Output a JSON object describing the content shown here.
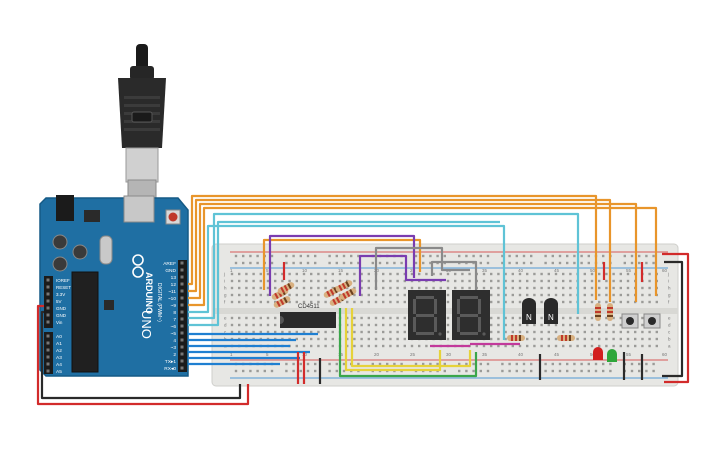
{
  "arduino": {
    "brand": "ARDUINO",
    "model": "UNO",
    "digital_label": "DIGITAL (PWM~)",
    "reset_label": "RESET",
    "top_pins": [
      "AREF",
      "GND",
      "13",
      "12",
      "~11",
      "~10",
      "~9",
      "8",
      "7",
      "~6",
      "~5",
      "4",
      "~3",
      "2",
      "TX▸1",
      "RX◂0"
    ],
    "power_pins": [
      "IOREF",
      "RESET",
      "3.3V",
      "5V",
      "GND",
      "GND",
      "Vin"
    ],
    "analog_pins": [
      "A0",
      "A1",
      "A2",
      "A3",
      "A4",
      "A5"
    ]
  },
  "breadboard": {
    "row_letters_top": [
      "j",
      "i",
      "h",
      "g",
      "f"
    ],
    "row_letters_bottom": [
      "e",
      "d",
      "c",
      "b",
      "a"
    ],
    "column_numbers": [
      "1",
      "5",
      "10",
      "15",
      "20",
      "25",
      "30",
      "35",
      "40",
      "45",
      "50",
      "55",
      "60"
    ]
  },
  "ic": {
    "label": "CD4511"
  },
  "transistors": [
    {
      "label": "N"
    },
    {
      "label": "N"
    }
  ],
  "colors": {
    "arduino_blue": "#1f6fa3",
    "breadboard": "#e7e7e4",
    "wire_orange": "#e8952b",
    "wire_purple": "#7a3cb0",
    "wire_cyan": "#5fc3d6",
    "wire_gray": "#8a8a8a",
    "wire_blue": "#1f7fd1",
    "wire_red": "#d22b2b",
    "wire_yellow": "#e6d23a",
    "wire_green": "#3aa64a",
    "wire_magenta": "#c2399b",
    "led_red": "#d21f1f",
    "led_green": "#2fa63a"
  }
}
